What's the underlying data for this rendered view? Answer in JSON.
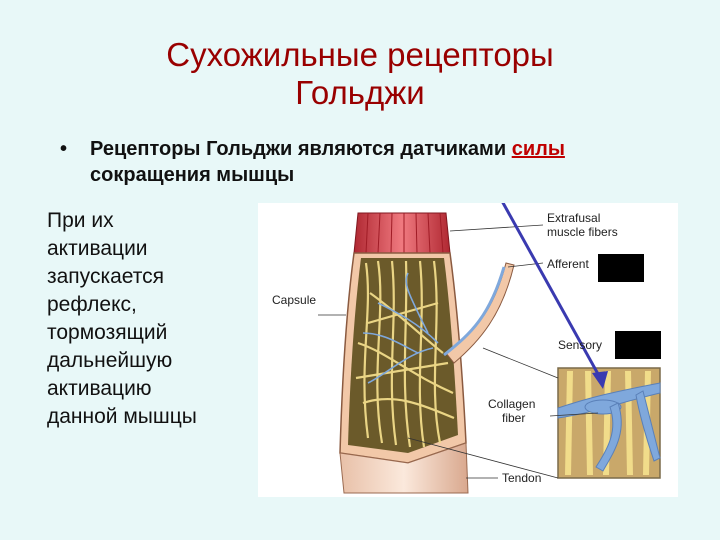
{
  "slide": {
    "title_line1": "Сухожильные рецепторы",
    "title_line2": "Гольджи",
    "bullet_before": "Рецепторы Гольджи являются датчиками ",
    "bullet_underlined": "силы",
    "bullet_after": " сокращения мышцы",
    "side_lines": [
      "При их",
      "активации",
      "запускается",
      "рефлекс,",
      "тормозящий",
      "дальнейшую",
      "активацию",
      "данной мышцы"
    ]
  },
  "figure": {
    "labels": {
      "extrafusal_1": "Extrafusal",
      "extrafusal_2": "muscle fibers",
      "afferent": "Afferent",
      "capsule": "Capsule",
      "sensory": "Sensory",
      "collagen_1": "Collagen",
      "collagen_2": "fiber",
      "tendon": "Tendon"
    },
    "colors": {
      "muscle": "#e0505a",
      "capsule_wall": "#f2c8a8",
      "interior": "#6b5a2a",
      "collagen": "#f1dc8a",
      "nerve": "#7fa8dc",
      "arrow": "#3a3ab0"
    }
  }
}
